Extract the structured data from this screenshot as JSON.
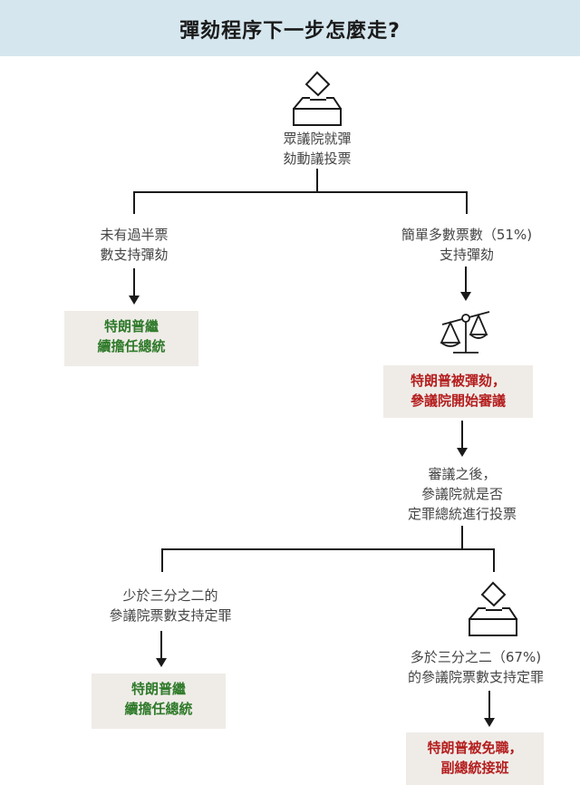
{
  "header": {
    "title": "彈劾程序下一步怎麼走?"
  },
  "colors": {
    "header_bg": "#d5e6ee",
    "outcome_bg": "#efece8",
    "continue_text": "#2f7a2a",
    "removed_text": "#b41e1e"
  },
  "nodes": {
    "house_vote": {
      "icon": "ballot-box-icon",
      "line1": "眾議院就彈",
      "line2": "劾動議投票"
    },
    "house_fail": {
      "line1": "未有過半票",
      "line2": "數支持彈劾"
    },
    "house_pass": {
      "line1": "簡單多數票數（51%)",
      "line2": "支持彈劾"
    },
    "trump_stays_1": {
      "line1": "特朗普繼",
      "line2": "續擔任總統"
    },
    "scale": {
      "icon": "scales-of-justice-icon"
    },
    "impeached": {
      "line1": "特朗普被彈劾，",
      "line2": "參議院開始審議"
    },
    "senate_vote": {
      "line1": "審議之後，",
      "line2": "參議院就是否",
      "line3": "定罪總統進行投票"
    },
    "senate_fail": {
      "line1": "少於三分之二的",
      "line2": "參議院票數支持定罪"
    },
    "senate_pass": {
      "icon": "ballot-box-icon",
      "line1": "多於三分之二（67%)",
      "line2": "的參議院票數支持定罪"
    },
    "trump_stays_2": {
      "line1": "特朗普繼",
      "line2": "續擔任總統"
    },
    "removed": {
      "line1": "特朗普被免職，",
      "line2": "副總統接班"
    }
  }
}
